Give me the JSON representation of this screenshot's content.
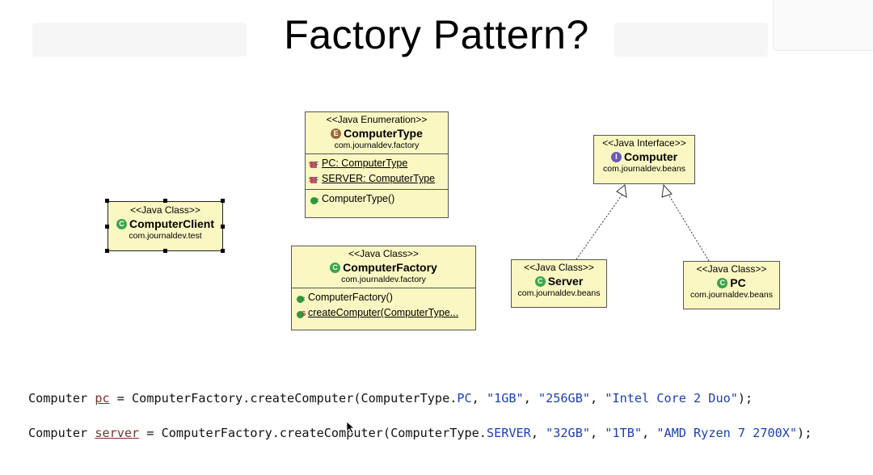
{
  "slide": {
    "title": "Factory Pattern?"
  },
  "diagram": {
    "computer_type": {
      "stereotype": "<<Java Enumeration>>",
      "icon": "E",
      "name": "ComputerType",
      "package": "com.journaldev.factory",
      "fields": [
        "PC: ComputerType",
        "SERVER: ComputerType"
      ],
      "methods": [
        "ComputerType()"
      ]
    },
    "computer_client": {
      "stereotype": "<<Java Class>>",
      "icon": "C",
      "name": "ComputerClient",
      "package": "com.journaldev.test"
    },
    "computer_factory": {
      "stereotype": "<<Java Class>>",
      "icon": "C",
      "name": "ComputerFactory",
      "package": "com.journaldev.factory",
      "methods": [
        "ComputerFactory()",
        "createComputer(ComputerType..."
      ]
    },
    "computer": {
      "stereotype": "<<Java Interface>>",
      "icon": "I",
      "name": "Computer",
      "package": "com.journaldev.beans"
    },
    "server": {
      "stereotype": "<<Java Class>>",
      "icon": "C",
      "name": "Server",
      "package": "com.journaldev.beans"
    },
    "pc": {
      "stereotype": "<<Java Class>>",
      "icon": "C",
      "name": "PC",
      "package": "com.journaldev.beans"
    }
  },
  "code": {
    "line1": {
      "type": "Computer",
      "var": "pc",
      "call": " = ComputerFactory.createComputer(ComputerType.",
      "enum": "PC",
      "sep1": ", ",
      "arg1": "\"1GB\"",
      "sep2": ", ",
      "arg2": "\"256GB\"",
      "sep3": ", ",
      "arg3": "\"Intel Core 2 Duo\"",
      "end": ");"
    },
    "line2": {
      "type": "Computer",
      "var": "server",
      "call": " = ComputerFactory.createComputer(ComputerType.",
      "enum": "SERVER",
      "sep1": ", ",
      "arg1": "\"32GB\"",
      "sep2": ", ",
      "arg2": "\"1TB\"",
      "sep3": ", ",
      "arg3": "\"AMD Ryzen 7 2700X\"",
      "end": ");"
    }
  },
  "colors": {
    "box_fill": "#fbf7c2",
    "class_icon": "#3aa64a",
    "enum_icon": "#9a6a3a",
    "interface_icon": "#6a5ab8",
    "code_literal": "#1b3fb0"
  }
}
